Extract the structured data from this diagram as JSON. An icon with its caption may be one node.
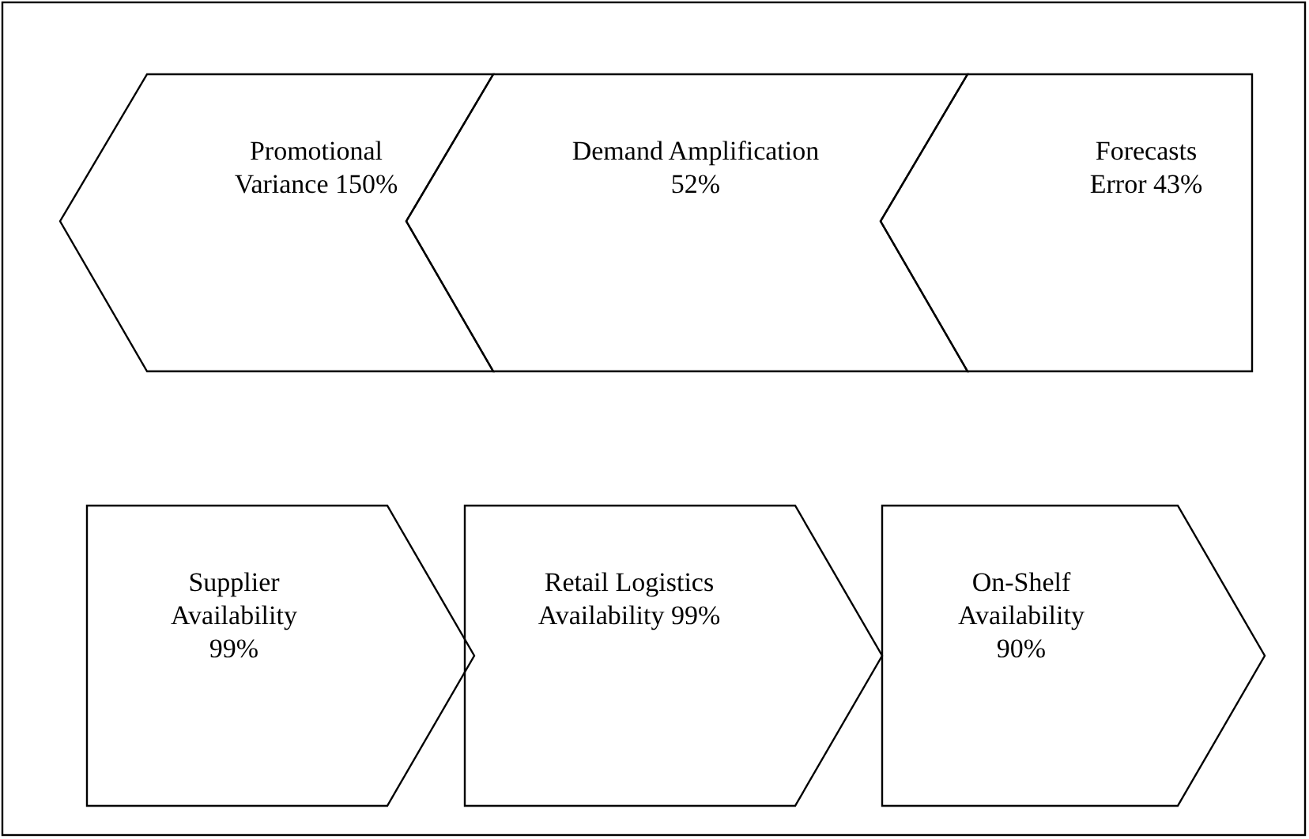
{
  "diagram": {
    "nodes": [
      {
        "text": [
          "Promotional Variance 150%"
        ]
      },
      {
        "text": [
          "Demand Amplification 52%"
        ]
      },
      {
        "text": [
          "Forecasts Error 43%"
        ]
      },
      {
        "text": [
          "Supplier Availability 99%"
        ]
      },
      {
        "text": [
          "Retail Logistics Availability 99%"
        ]
      },
      {
        "text": [
          "On-Shelf Availability 90%"
        ]
      }
    ]
  }
}
